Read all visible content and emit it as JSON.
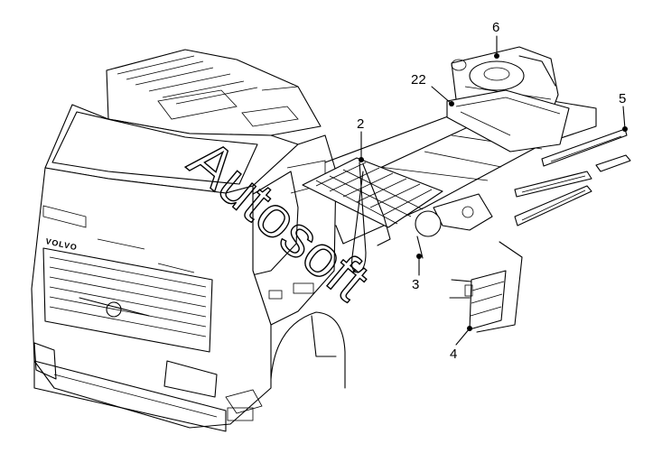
{
  "diagram": {
    "callouts": [
      {
        "id": "6",
        "label": "6"
      },
      {
        "id": "22",
        "label": "22"
      },
      {
        "id": "2",
        "label": "2"
      },
      {
        "id": "5",
        "label": "5"
      },
      {
        "id": "3",
        "label": "3"
      },
      {
        "id": "4",
        "label": "4"
      }
    ],
    "watermark": "Autosoft",
    "brand_text": "VOLVO"
  }
}
